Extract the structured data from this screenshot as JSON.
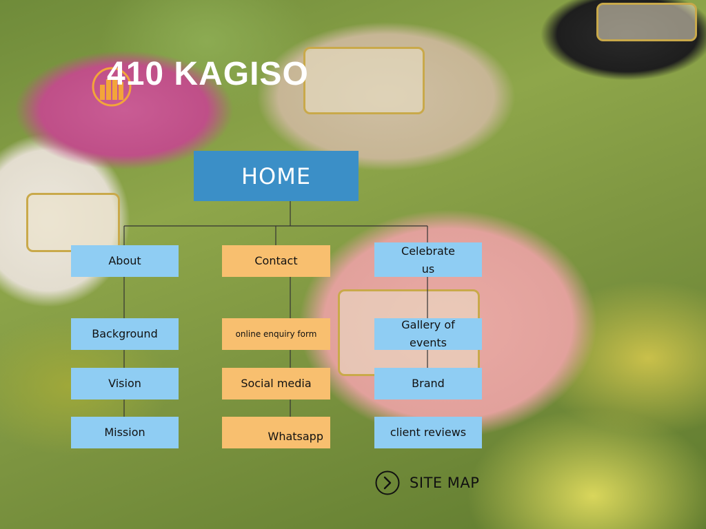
{
  "brand": {
    "name": "410 KAGISO",
    "logo_icon": "sun-rays-logo-icon"
  },
  "colors": {
    "home": "#3b8fc7",
    "blue_node": "#8fcdf3",
    "orange_node": "#f8bf6f",
    "brand_text": "#ffffff",
    "logo_accent": "#f3a53a"
  },
  "sitemap_tree": {
    "root": "HOME",
    "about": {
      "label": "About",
      "children": [
        "Background",
        "Vision",
        "Mission"
      ]
    },
    "contact": {
      "label": "Contact",
      "children": [
        "online enquiry form",
        "Social media",
        "Whatsapp"
      ]
    },
    "celebrate": {
      "label": "Celebrate us",
      "children": [
        "Gallery of events",
        "Brand",
        "client reviews"
      ]
    }
  },
  "footer_link": {
    "label": "SITE MAP",
    "icon": "chevron-right-circle-icon"
  }
}
